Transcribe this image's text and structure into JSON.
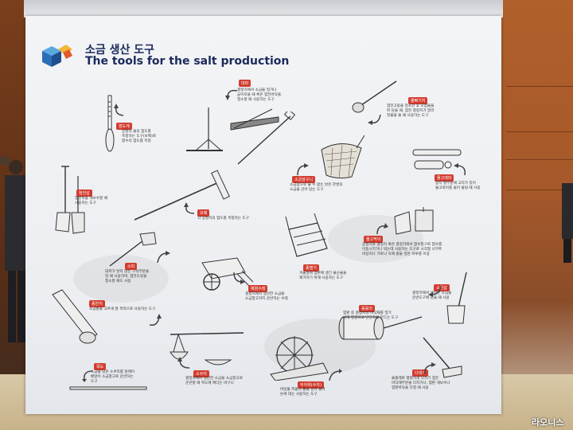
{
  "title": {
    "korean": "소금 생산 도구",
    "english": "The tools for the salt production"
  },
  "watermark": "라오니스",
  "colors": {
    "tag_red": "#d23c2e",
    "title_navy": "#1a2a5a",
    "board": "#eff0f3"
  },
  "tools": [
    {
      "id": "daepa",
      "tag": "대파",
      "desc": "결정지에서 소금을 밀거나\n곧어모을 때 혹은 염전바닥을\n청소할 때 사용하는 도구"
    },
    {
      "id": "bambaegi",
      "tag": "물빠기지",
      "desc": "염전고랑을 청소한 후 오염물을\n퍼 담을 때, 염전 결정지가 말라\n잣물을 줄 때 사용하는 도구"
    },
    {
      "id": "yeomdogye",
      "tag": "염도계",
      "desc": "증발지 물의 염도를\n측정하는 도구(보메)로\n함수의 염도를 측정"
    },
    {
      "id": "sogeumgeunari",
      "tag": "소금삼구니",
      "desc": "소금삼으로 둘 수 없는 낡은 잔쌍의\n소금을 긁어 담는 도구"
    },
    {
      "id": "mulgorae",
      "tag": "물고래와",
      "desc": "망치 철부분에 고리가 있어\n물고락이를 들어 올릴 때 사용"
    },
    {
      "id": "yeomjeonsap",
      "tag": "염전삽",
      "desc": "염전둑을 개보수할 때\n사용하는 도구"
    },
    {
      "id": "bume",
      "tag": "보메",
      "desc": "각 증발지의 염도를 측정하는 도구"
    },
    {
      "id": "mulgomagi",
      "tag": "물고막이",
      "desc": "증발지와 결정지 혹은 결정지에서 함수창구로 염수를\n이동시키거나 막는데 사용하는 도구로 사각형 나무트\n비닐이나 가마니 속에 흙을 넣은 자루를 이용"
    },
    {
      "id": "sopi",
      "tag": "소피",
      "desc": "대파가 닿지 않는 구석부분을\n밀 때 사용하며, 염전도랑을\n청소할 때도 사용"
    },
    {
      "id": "geonbaegi",
      "tag": "종벨기",
      "desc": "겨울철에 염판에 생긴 물순물을\n제거하기 위해 사용하는 도구"
    },
    {
      "id": "chaeyeomsure",
      "tag": "채염수레",
      "desc": "결정지에서 생산한 소금을\n소금창고까지 운반하는 수레"
    },
    {
      "id": "sogeumsap",
      "tag": "소금삽",
      "desc": "결정지에서 생산한 소금을\n운반도구에 담을 때 사용"
    },
    {
      "id": "roller",
      "tag": "롤롤러",
      "desc": "염판 중 결정지의 바닥재를 밀기\n위해 평평하고 단단하게 만드는 도구"
    },
    {
      "id": "pyeongbanggi",
      "tag": "종반지",
      "desc": "소금밭을 고르게 할 목적으로 사용하는 도구"
    },
    {
      "id": "sokuri",
      "tag": "소쿠리",
      "desc": "결정지에서 생산한 소금을 소금창고로\n운반할 때 목도에 매다는 바구니"
    },
    {
      "id": "mokdo",
      "tag": "목도",
      "desc": "소금을 담은 소쿠리를 달매어\n배달이 소금창고로 운반하는\n도구"
    },
    {
      "id": "mujawi",
      "tag": "무자위(수차)",
      "desc": "바닷물 퍼올리 물을 끌어 올려\n논에 대는 사용하는 도구"
    },
    {
      "id": "daedaegi",
      "tag": "다대기",
      "desc": "물출레로 평평하게 다지기 힘든\n바닥재부분을 다지거나, 염판 개보수나\n염판바닥을 다질 때 사용"
    }
  ]
}
